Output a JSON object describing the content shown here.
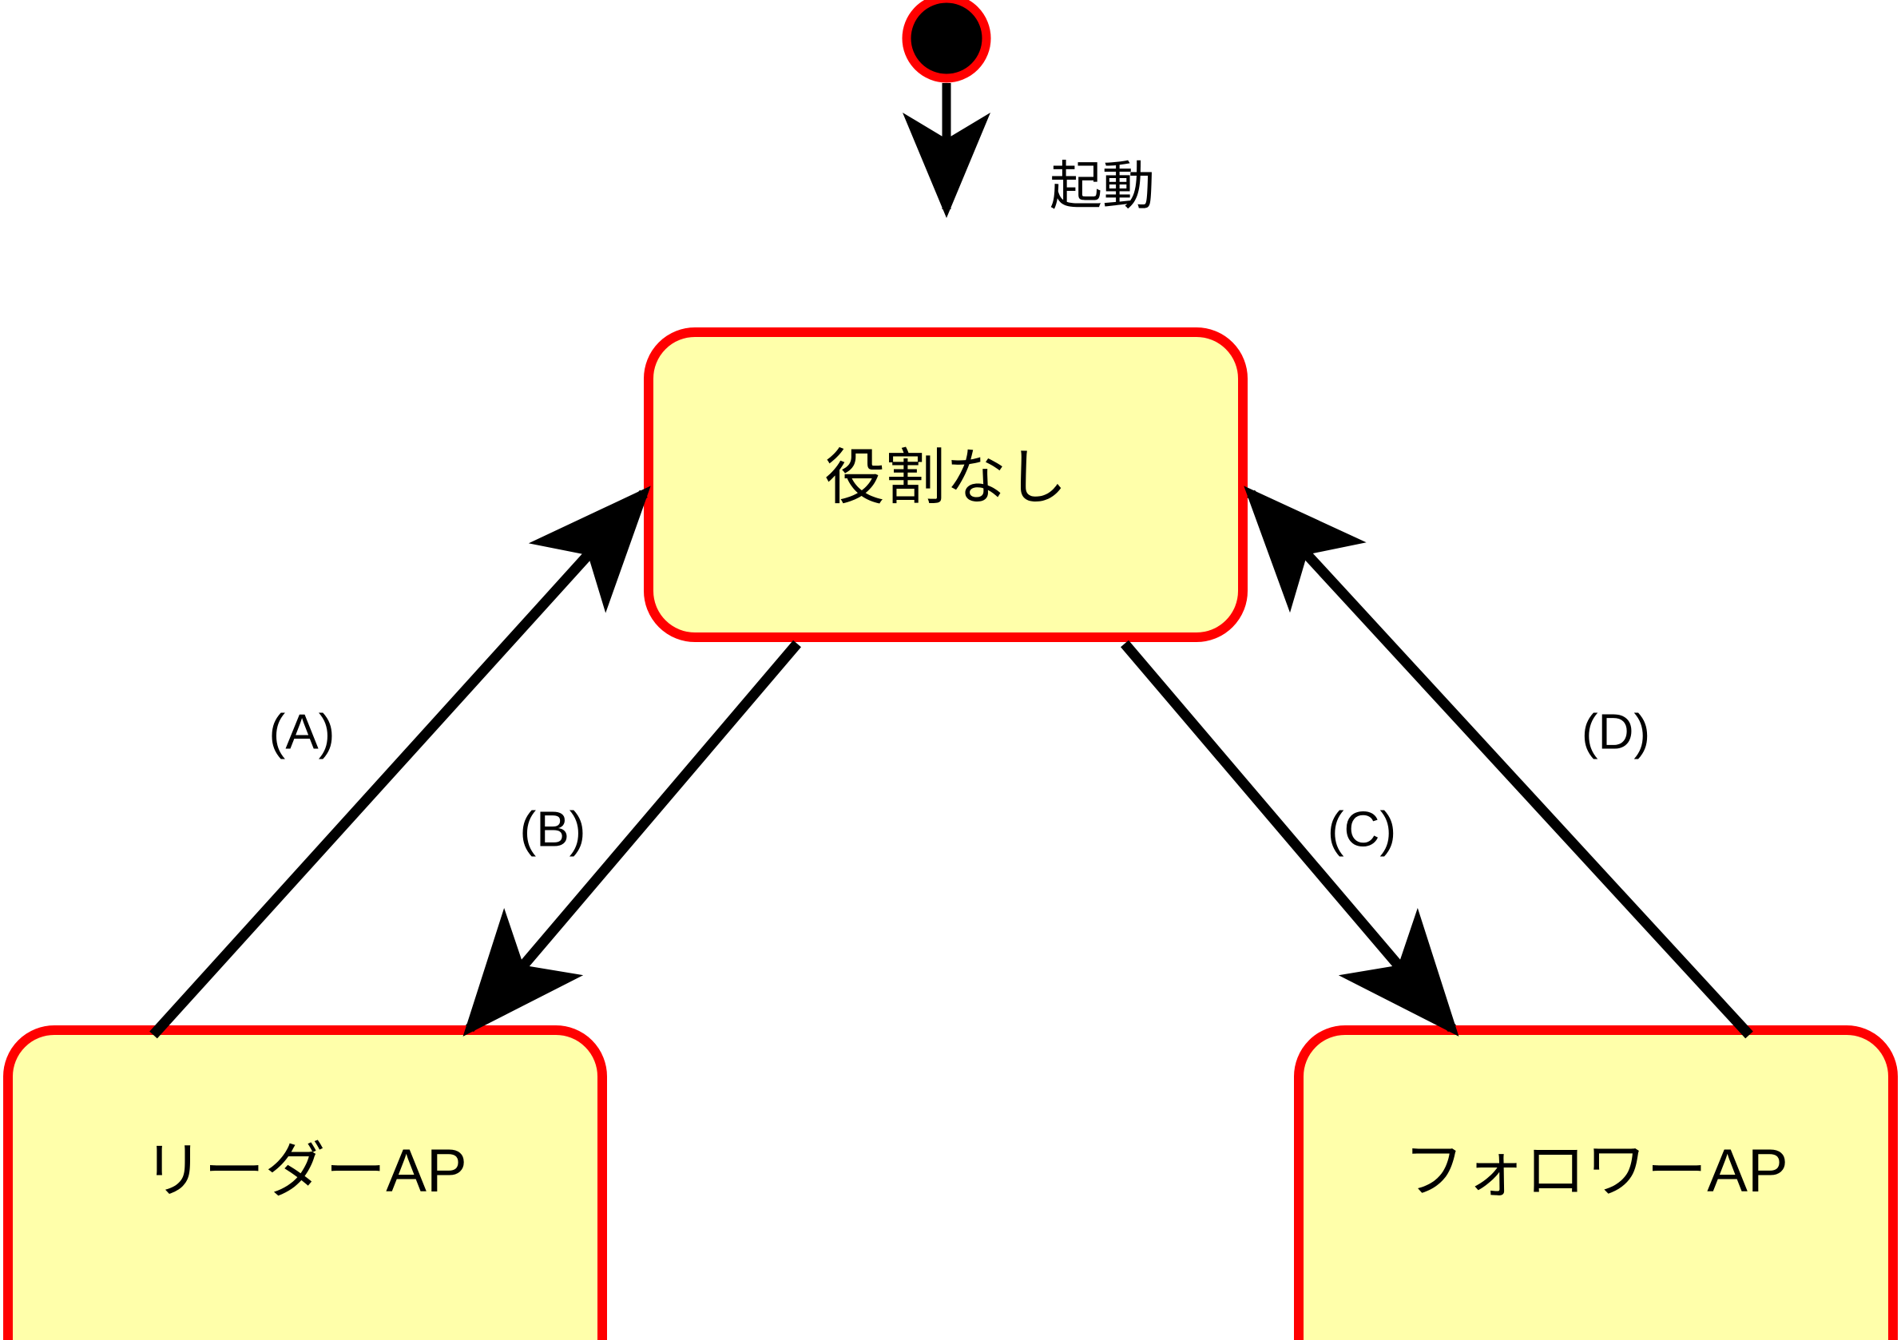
{
  "diagram": {
    "type": "uml-state-machine",
    "background_color": "#ffffff",
    "state_fill_color": "#ffffaa",
    "state_border_color": "#ff0000",
    "edge_color": "#000000",
    "initial_state": {
      "name": "initial-pseudostate",
      "fill": "#000000",
      "stroke": "#ff0000"
    },
    "states": [
      {
        "id": "no-role",
        "label": "役割なし"
      },
      {
        "id": "leader-ap",
        "label": "リーダーAP"
      },
      {
        "id": "follower-ap",
        "label": "フォロワーAP"
      }
    ],
    "transitions": [
      {
        "id": "start",
        "label": "起動",
        "from": "initial-pseudostate",
        "to": "no-role"
      },
      {
        "id": "a",
        "label": "(A)",
        "from": "leader-ap",
        "to": "no-role"
      },
      {
        "id": "b",
        "label": "(B)",
        "from": "no-role",
        "to": "leader-ap"
      },
      {
        "id": "c",
        "label": "(C)",
        "from": "no-role",
        "to": "follower-ap"
      },
      {
        "id": "d",
        "label": "(D)",
        "from": "follower-ap",
        "to": "no-role"
      }
    ]
  }
}
